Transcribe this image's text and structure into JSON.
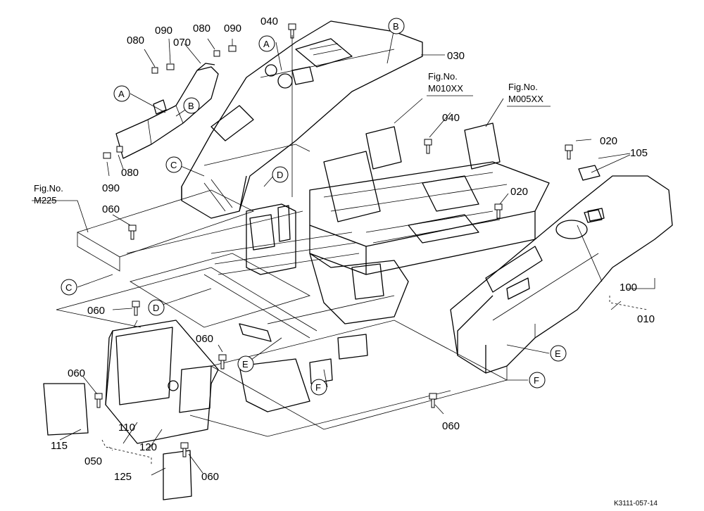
{
  "parts": {
    "p010": "010",
    "p020": "020",
    "p030": "030",
    "p040": "040",
    "p050": "050",
    "p060": "060",
    "p070": "070",
    "p080": "080",
    "p090": "090",
    "p100": "100",
    "p105": "105",
    "p110": "110",
    "p115": "115",
    "p120": "120",
    "p125": "125"
  },
  "connectors": {
    "a": "A",
    "b": "B",
    "c": "C",
    "d": "D",
    "e": "E",
    "f": "F"
  },
  "figrefs": {
    "line1": "Fig.No.",
    "m010xx": "M010XX",
    "m005xx": "M005XX",
    "m225": "M225"
  },
  "drawing_code": "K3111-057-14"
}
